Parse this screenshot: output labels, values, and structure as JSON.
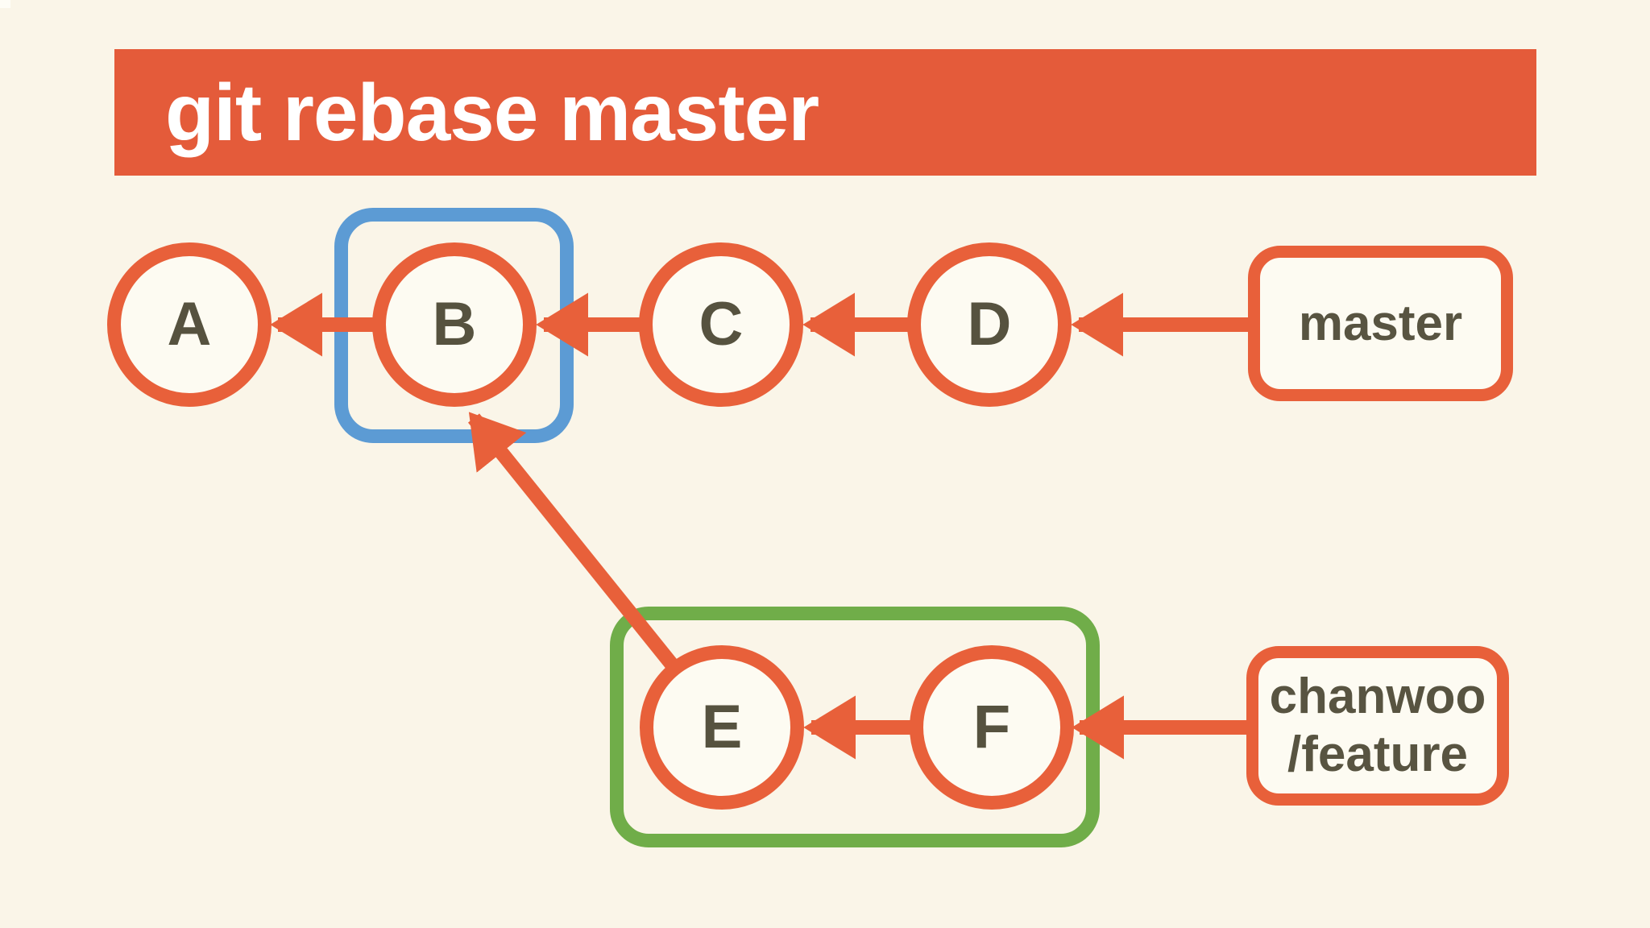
{
  "title": "git rebase master",
  "colors": {
    "title_bar": "#E45B3A",
    "arrow_orange": "#E8603A",
    "highlight_blue": "#5C9BD4",
    "highlight_green": "#70AD49",
    "background": "#FAF5E8",
    "node_fill": "#FDFBF2",
    "label_text": "#56523F",
    "title_text": "#FFFFFF"
  },
  "nodes": [
    {
      "label": "A"
    },
    {
      "label": "B"
    },
    {
      "label": "C"
    },
    {
      "label": "D"
    },
    {
      "label": "E"
    },
    {
      "label": "F"
    }
  ],
  "branches": [
    {
      "name": "master",
      "points_to": "D"
    },
    {
      "name": "chanwoo/feature",
      "line1": "chanwoo",
      "line2": "/feature",
      "points_to": "F"
    }
  ],
  "edges": [
    {
      "from": "B",
      "to": "A"
    },
    {
      "from": "C",
      "to": "B"
    },
    {
      "from": "D",
      "to": "C"
    },
    {
      "from": "master",
      "to": "D"
    },
    {
      "from": "F",
      "to": "E"
    },
    {
      "from": "chanwoo/feature",
      "to": "F"
    },
    {
      "from": "E",
      "to": "B"
    }
  ],
  "highlights": [
    {
      "color": "#5C9BD4",
      "encloses": [
        "B"
      ]
    },
    {
      "color": "#70AD49",
      "encloses": [
        "E",
        "F"
      ]
    }
  ]
}
